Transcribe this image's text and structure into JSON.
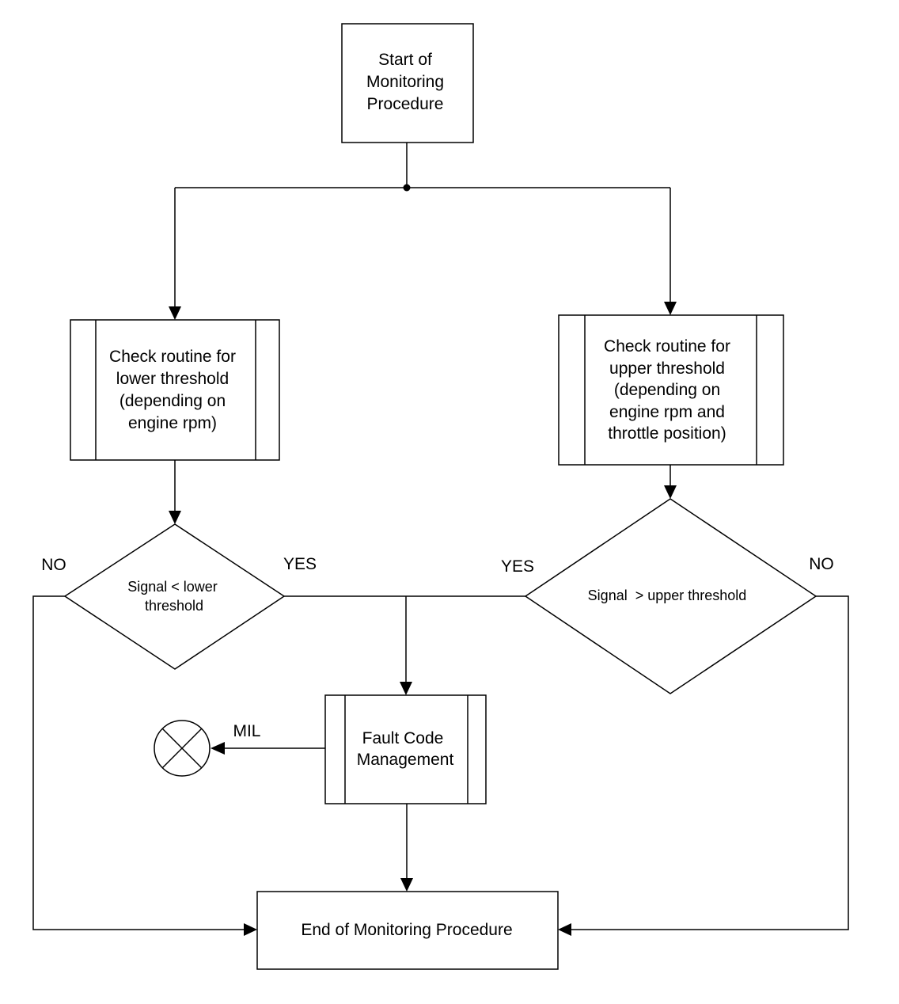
{
  "diagram": {
    "start": {
      "lines": [
        "Start of",
        "Monitoring",
        "Procedure"
      ]
    },
    "check_lower": {
      "lines": [
        "Check routine for",
        "lower threshold",
        "(depending on",
        "engine rpm)"
      ]
    },
    "check_upper": {
      "lines": [
        "Check routine for",
        "upper threshold",
        "(depending on",
        "engine rpm and",
        "throttle position)"
      ]
    },
    "decision_lower": {
      "lines": [
        "Signal < lower",
        "threshold"
      ]
    },
    "decision_upper": {
      "lines": [
        "Signal  > upper threshold"
      ]
    },
    "fault_code": {
      "lines": [
        "Fault Code",
        "Management"
      ]
    },
    "end": {
      "lines": [
        "End of Monitoring Procedure"
      ]
    },
    "labels": {
      "lower_no": "NO",
      "lower_yes": "YES",
      "upper_yes": "YES",
      "upper_no": "NO",
      "mil": "MIL"
    },
    "mil_indicator": {
      "icon": "lamp-x-icon"
    },
    "colors": {
      "stroke": "#000000",
      "background": "#ffffff"
    }
  }
}
